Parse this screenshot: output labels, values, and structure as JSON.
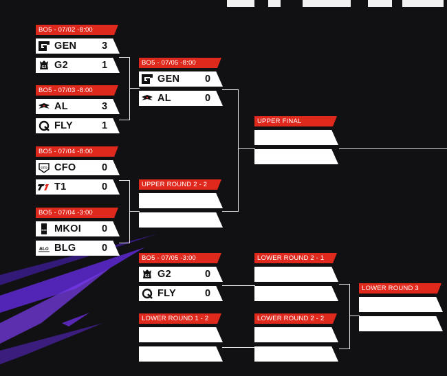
{
  "colors": {
    "accent": "#e0291d",
    "background": "#111114",
    "highlight": "#6a2ddc"
  },
  "matches": [
    {
      "id": "ur1m1",
      "header": "BO5 - 07/02 -8:00",
      "teams": [
        {
          "name": "GEN",
          "score": "3",
          "logo": "gen-logo-icon"
        },
        {
          "name": "G2",
          "score": "1",
          "logo": "g2-logo-icon"
        }
      ]
    },
    {
      "id": "ur1m2",
      "header": "BO5 - 07/03 -8:00",
      "teams": [
        {
          "name": "AL",
          "score": "3",
          "logo": "al-logo-icon"
        },
        {
          "name": "FLY",
          "score": "1",
          "logo": "fly-logo-icon"
        }
      ]
    },
    {
      "id": "ur1m3",
      "header": "BO5 - 07/04 -8:00",
      "teams": [
        {
          "name": "CFO",
          "score": "0",
          "logo": "cfo-logo-icon"
        },
        {
          "name": "T1",
          "score": "0",
          "logo": "t1-logo-icon"
        }
      ]
    },
    {
      "id": "ur1m4",
      "header": "BO5 - 07/04 -3:00",
      "teams": [
        {
          "name": "MKOI",
          "score": "0",
          "logo": "mkoi-logo-icon"
        },
        {
          "name": "BLG",
          "score": "0",
          "logo": "blg-logo-icon"
        }
      ]
    },
    {
      "id": "ur2m1",
      "header": "BO5 - 07/05 -8:00",
      "teams": [
        {
          "name": "GEN",
          "score": "0",
          "logo": "gen-logo-icon"
        },
        {
          "name": "AL",
          "score": "0",
          "logo": "al-logo-icon"
        }
      ]
    },
    {
      "id": "ur2m2",
      "header": "UPPER ROUND 2 - 2",
      "teams": [
        {
          "name": "",
          "score": ""
        },
        {
          "name": "",
          "score": ""
        }
      ]
    },
    {
      "id": "lr1m1",
      "header": "BO5 - 07/05 -3:00",
      "teams": [
        {
          "name": "G2",
          "score": "0",
          "logo": "g2-logo-icon"
        },
        {
          "name": "FLY",
          "score": "0",
          "logo": "fly-logo-icon"
        }
      ]
    },
    {
      "id": "lr1m2",
      "header": "LOWER ROUND 1 - 2",
      "teams": [
        {
          "name": "",
          "score": ""
        },
        {
          "name": "",
          "score": ""
        }
      ]
    },
    {
      "id": "uf",
      "header": "UPPER FINAL",
      "teams": [
        {
          "name": "",
          "score": ""
        },
        {
          "name": "",
          "score": ""
        }
      ]
    },
    {
      "id": "lr2m1",
      "header": "LOWER ROUND 2 - 1",
      "teams": [
        {
          "name": "",
          "score": ""
        },
        {
          "name": "",
          "score": ""
        }
      ]
    },
    {
      "id": "lr2m2",
      "header": "LOWER ROUND 2 - 2",
      "teams": [
        {
          "name": "",
          "score": ""
        },
        {
          "name": "",
          "score": ""
        }
      ]
    },
    {
      "id": "lr3",
      "header": "LOWER ROUND 3",
      "teams": [
        {
          "name": "",
          "score": ""
        },
        {
          "name": "",
          "score": ""
        }
      ]
    }
  ]
}
